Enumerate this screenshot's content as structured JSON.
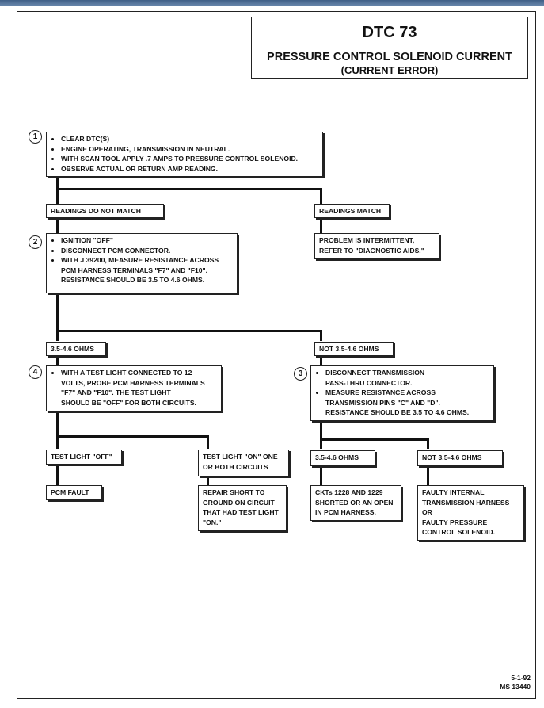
{
  "title": {
    "main": "DTC 73",
    "sub": "PRESSURE CONTROL SOLENOID CURRENT",
    "sub2": "(CURRENT ERROR)"
  },
  "step1": {
    "number": "1",
    "lines": [
      "CLEAR DTC(S)",
      "ENGINE OPERATING, TRANSMISSION IN NEUTRAL.",
      "WITH SCAN TOOL APPLY .7 AMPS TO PRESSURE CONTROL SOLENOID.",
      "OBSERVE ACTUAL OR RETURN AMP READING."
    ]
  },
  "readings_do_not_match": "READINGS DO NOT MATCH",
  "readings_match": "READINGS MATCH",
  "intermittent": [
    "PROBLEM IS INTERMITTENT,",
    "REFER TO \"DIAGNOSTIC AIDS.\""
  ],
  "step2": {
    "number": "2",
    "items": [
      [
        "IGNITION \"OFF\""
      ],
      [
        "DISCONNECT PCM CONNECTOR."
      ],
      [
        "WITH J 39200, MEASURE RESISTANCE ACROSS",
        "PCM HARNESS TERMINALS \"F7\" AND \"F10\".",
        "RESISTANCE SHOULD BE 3.5 TO 4.6 OHMS."
      ]
    ]
  },
  "ohms_ok_left": "3.5-4.6 OHMS",
  "ohms_not_right": "NOT 3.5-4.6 OHMS",
  "step4": {
    "number": "4",
    "lines": [
      "WITH A TEST LIGHT CONNECTED TO 12",
      "VOLTS, PROBE PCM HARNESS TERMINALS",
      "\"F7\" AND \"F10\".  THE TEST LIGHT",
      "SHOULD BE \"OFF\" FOR BOTH CIRCUITS."
    ]
  },
  "step3": {
    "number": "3",
    "items": [
      [
        "DISCONNECT TRANSMISSION",
        "PASS-THRU CONNECTOR."
      ],
      [
        "MEASURE RESISTANCE ACROSS",
        "TRANSMISSION PINS \"C\" AND \"D\".",
        "RESISTANCE SHOULD BE 3.5 TO 4.6 OHMS."
      ]
    ]
  },
  "test_light_off": "TEST LIGHT \"OFF\"",
  "test_light_on": [
    "TEST LIGHT \"ON\" ONE",
    "OR BOTH CIRCUITS"
  ],
  "ohms_ok_lower": "3.5-4.6 OHMS",
  "ohms_not_lower": "NOT 3.5-4.6 OHMS",
  "pcm_fault": "PCM FAULT",
  "repair_short": [
    "REPAIR SHORT TO",
    "GROUND ON CIRCUIT",
    "THAT HAD TEST LIGHT",
    "\"ON.\""
  ],
  "ckts_shorted": [
    "CKTs 1228 AND 1229",
    "SHORTED OR AN OPEN",
    "IN PCM HARNESS."
  ],
  "faulty_internal": [
    "FAULTY INTERNAL",
    "TRANSMISSION HARNESS",
    "OR",
    "FAULTY PRESSURE",
    "CONTROL SOLENOID."
  ],
  "footer": [
    "5-1-92",
    "MS 13440"
  ]
}
